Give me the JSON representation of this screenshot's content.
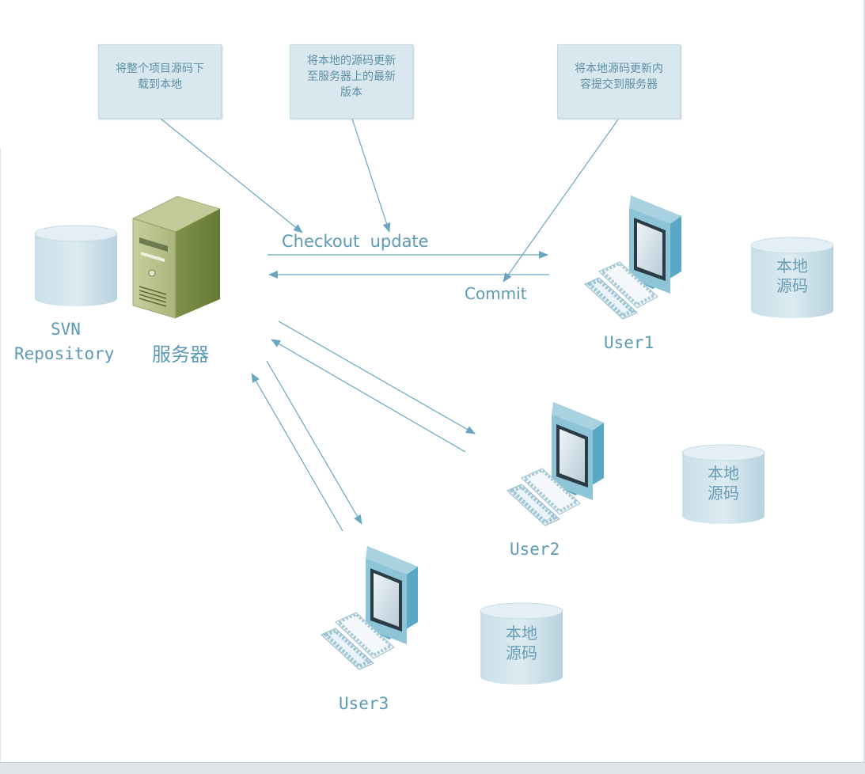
{
  "notes": {
    "checkout": [
      "将整个项目源码下",
      "载到本地"
    ],
    "update": [
      "将本地的源码更新",
      "至服务器上的最新",
      "版本"
    ],
    "commit": [
      "将本地源码更新内",
      "容提交到服务器"
    ]
  },
  "labels": {
    "checkout_update": "Checkout  update",
    "commit": "Commit",
    "svn_line1": "SVN",
    "svn_line2": "Repository",
    "server": "服务器",
    "user1": "User1",
    "user2": "User2",
    "user3": "User3"
  },
  "local_source": [
    "本地",
    "源码"
  ],
  "colors": {
    "arrow": "#6aa6bf",
    "note_bg": "#d9e8ee",
    "label": "#5d9ab3",
    "server_green": "#8fa35e",
    "monitor_blue": "#4fa4c4"
  }
}
